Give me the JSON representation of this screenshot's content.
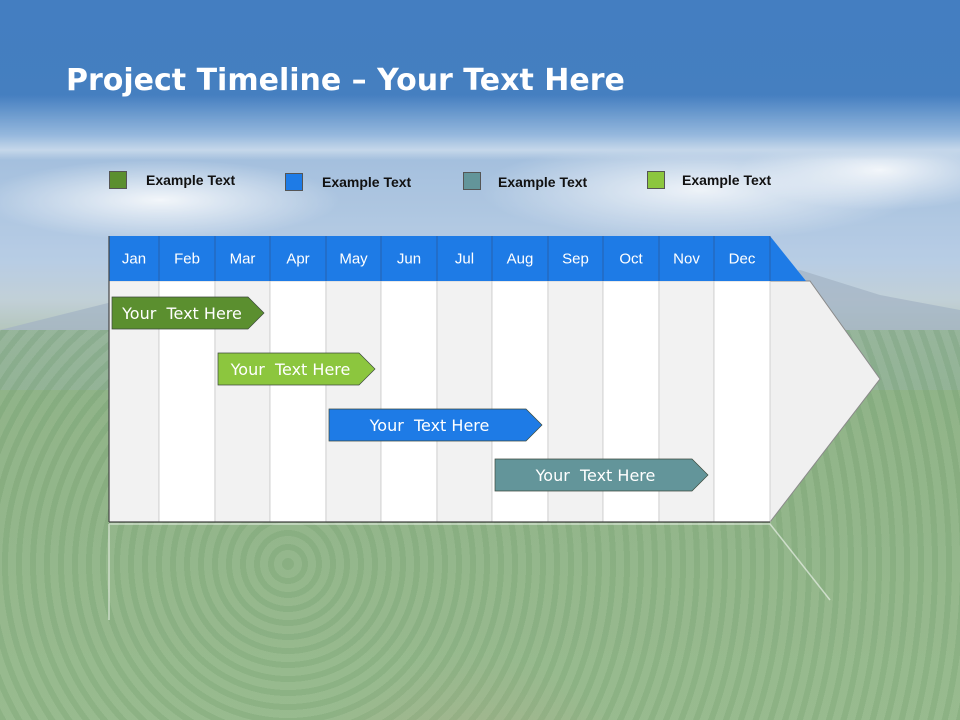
{
  "title": {
    "bold": "Project Timeline",
    "rest": " – Your Text Here"
  },
  "legend": [
    {
      "label": "Example Text",
      "color": "#5b8f2f"
    },
    {
      "label": "Example Text",
      "color": "#1e7be6"
    },
    {
      "label": "Example Text",
      "color": "#63959a"
    },
    {
      "label": "Example Text",
      "color": "#8cc63e"
    }
  ],
  "timeline": {
    "months": [
      "Jan",
      "Feb",
      "Mar",
      "Apr",
      "May",
      "Jun",
      "Jul",
      "Aug",
      "Sep",
      "Oct",
      "Nov",
      "Dec"
    ],
    "header_color": "#1e7be6",
    "tasks": [
      {
        "label": "Your  Text Here",
        "start_month": 1.0,
        "end_month": 4.0,
        "color": "#5b8f2f"
      },
      {
        "label": "Your  Text Here",
        "start_month": 3.0,
        "end_month": 6.0,
        "color": "#8cc63e"
      },
      {
        "label": "Your  Text Here",
        "start_month": 5.0,
        "end_month": 9.0,
        "color": "#1e7be6"
      },
      {
        "label": "Your  Text Here",
        "start_month": 8.0,
        "end_month": 12.0,
        "color": "#63959a"
      }
    ]
  }
}
